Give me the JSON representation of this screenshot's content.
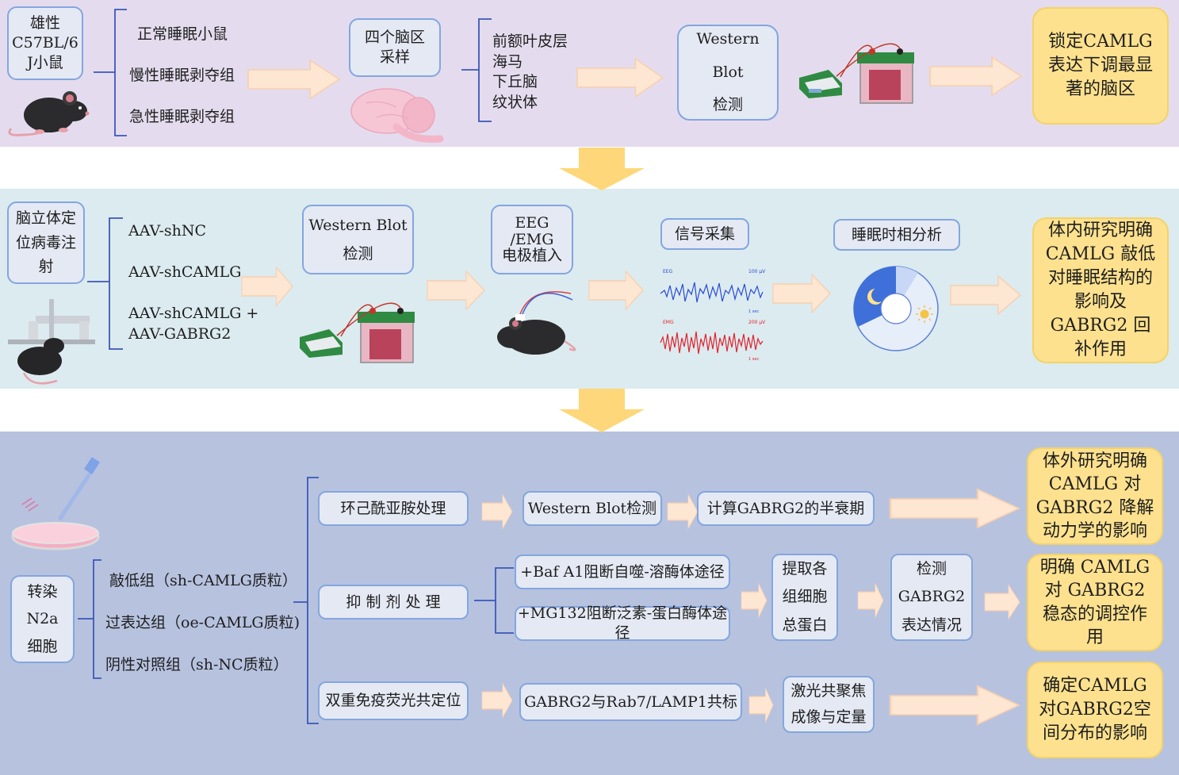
{
  "colors": {
    "band1": "#e4dcee",
    "band2": "#dcebef",
    "band3": "#b7c2df",
    "box_border": "#84a6de",
    "box_fill": "#e4e9f4",
    "result_fill": "#fde18e",
    "arrow_fill": "#fde6d2",
    "down_arrow": "#fdd779"
  },
  "row1": {
    "subject": [
      "雄性",
      "C57BL/6",
      "J小鼠"
    ],
    "groups": [
      "正常睡眠小鼠",
      "慢性睡眠剥夺组",
      "急性睡眠剥夺组"
    ],
    "sampling": [
      "四个脑区",
      "采样"
    ],
    "regions": [
      "前额叶皮层",
      "海马",
      "下丘脑",
      "纹状体"
    ],
    "detect": [
      "Western Blot",
      "检测"
    ],
    "result": [
      "锁定CAMLG",
      "表达下调最显",
      "著的脑区"
    ]
  },
  "row2": {
    "injection": [
      "脑立体定",
      "位病毒注",
      "射"
    ],
    "groups": [
      "AAV-shNC",
      "AAV-shCAMLG",
      "AAV-shCAMLG +",
      "AAV-GABRG2"
    ],
    "detect": [
      "Western Blot",
      "检测"
    ],
    "implant": [
      "EEG",
      "/EMG",
      "电极植入"
    ],
    "signal": "信号采集",
    "eeg": {
      "label": "EEG",
      "scale": "100 μV",
      "time": "1 sec"
    },
    "emg": {
      "label": "EMG",
      "scale": "200 μV",
      "time": "1 sec"
    },
    "analysis": "睡眠时相分析",
    "result": [
      "体内研究明确",
      "CAMLG 敲低",
      "对睡眠结构的",
      "影响及",
      "GABRG2 回",
      "补作用"
    ]
  },
  "row3": {
    "transfect": [
      "转染",
      "N2a",
      "细胞"
    ],
    "groups": [
      "敲低组（sh-CAMLG质粒）",
      "过表达组（oe-CAMLG质粒)",
      "阴性对照组（sh-NC质粒）"
    ],
    "chx": "环己酰亚胺处理",
    "wb": "Western Blot检测",
    "halflife": "计算GABRG2的半衰期",
    "result1": [
      "体外研究明确",
      "CAMLG 对",
      "GABRG2 降解",
      "动力学的影响"
    ],
    "inhibit": "抑 制 剂 处 理",
    "baf": "+Baf A1阻断自噬-溶酶体途径",
    "mg": "+MG132阻断泛素-蛋白酶体途径",
    "extract": [
      "提取各",
      "组细胞",
      "总蛋白"
    ],
    "detect2": [
      "检测",
      "GABRG2",
      "表达情况"
    ],
    "result2": [
      "明确 CAMLG",
      "对 GABRG2",
      "稳态的调控作",
      "用"
    ],
    "if": "双重免疫荧光共定位",
    "coloc": "GABRG2与Rab7/LAMP1共标",
    "confocal": [
      "激光共聚焦",
      "成像与定量"
    ],
    "result3": [
      "确定CAMLG",
      "对GABRG2空",
      "间分布的影响"
    ]
  }
}
